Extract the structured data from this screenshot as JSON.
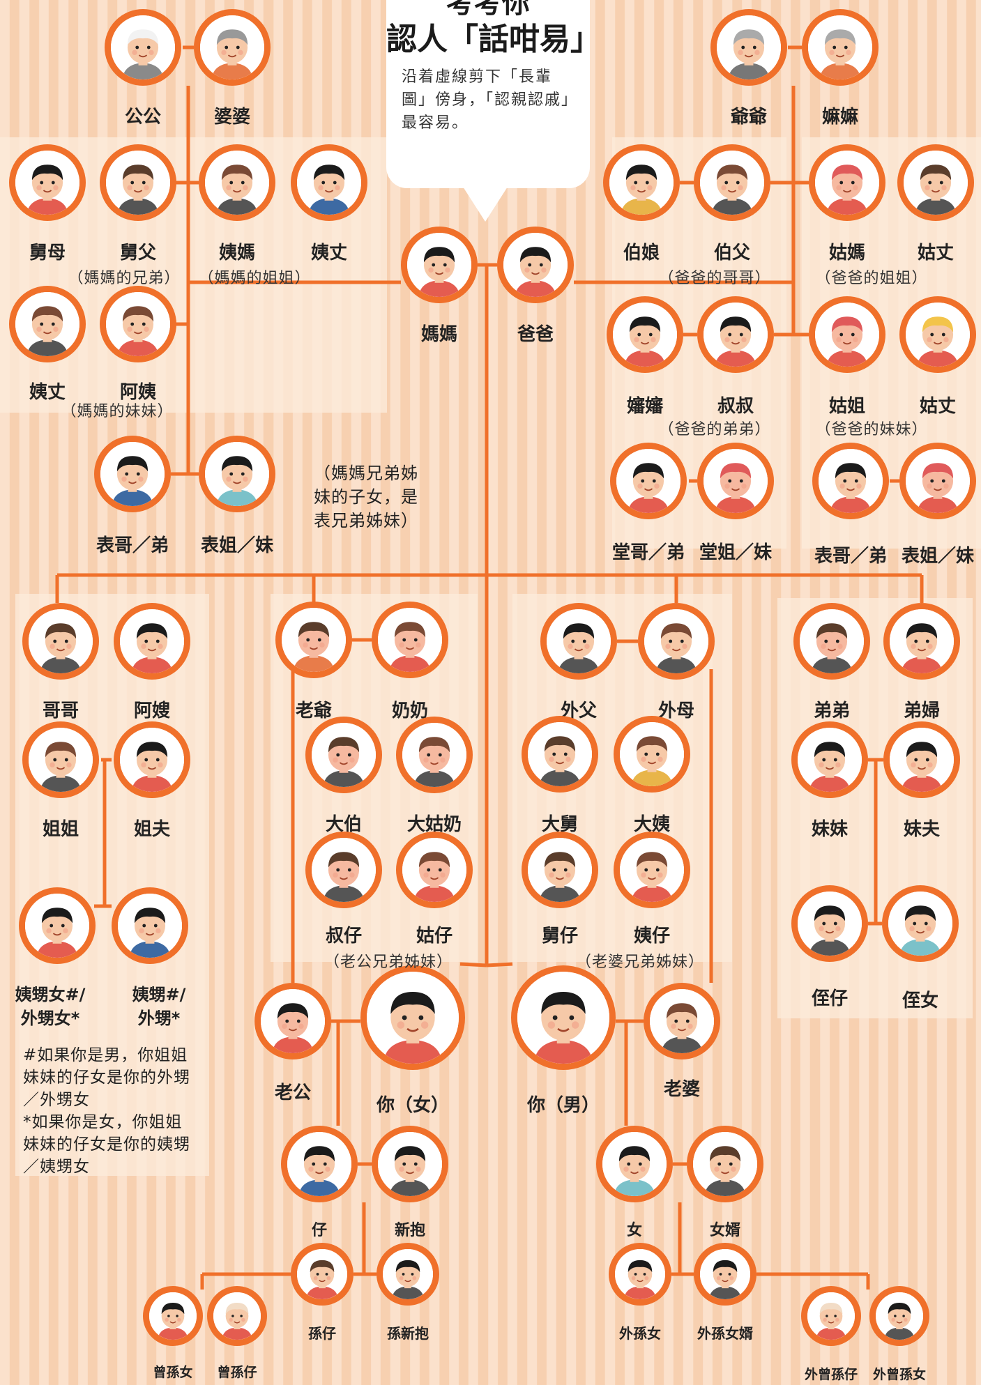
{
  "header": {
    "title_line1": "考考你",
    "title_line2": "認人「話咁易」",
    "subtitle": "沿着虛線剪下「長輩圖」傍身，「認親認戚」最容易。"
  },
  "colors": {
    "line": "#f0702a",
    "circle": "#f0702a",
    "bg_stripe_a": "#fbe1cc",
    "bg_stripe_b": "#f7d0b0"
  },
  "people": {
    "gonggong": "公公",
    "popo": "婆婆",
    "yeye": "爺爺",
    "mama2": "嫲嫲",
    "kaumou": "舅母",
    "kaufu": "舅父",
    "yimama": "姨媽",
    "yizeung1": "姨丈",
    "yizeung2": "姨丈",
    "ayi": "阿姨",
    "biugo": "表哥／弟",
    "biuje": "表姐／妹",
    "mother": "媽媽",
    "father": "爸爸",
    "baakneung": "伯娘",
    "baakfu": "伯父",
    "gumama": "姑媽",
    "guzeung1": "姑丈",
    "sansan": "嬸嬸",
    "sooksook": "叔叔",
    "guje": "姑姐",
    "guzeung2": "姑丈",
    "tonggo": "堂哥／弟",
    "tongje": "堂姐／妹",
    "biugo2": "表哥／弟",
    "biuje2": "表姐／妹",
    "gogo": "哥哥",
    "asou": "阿嫂",
    "jeje": "姐姐",
    "jefu": "姐夫",
    "yisaangneui": "姨甥女#/\n外甥女*",
    "yisaang": "姨甥#/\n外甥*",
    "loye": "老爺",
    "naainaai": "奶奶",
    "daibaak": "大伯",
    "daigunaai": "大姑奶",
    "sookjai": "叔仔",
    "gujai": "姑仔",
    "ngoifu": "外父",
    "ngoimou": "外母",
    "daikau": "大舅",
    "daiyi": "大姨",
    "kaujai": "舅仔",
    "yijai": "姨仔",
    "daidai": "弟弟",
    "daifu": "弟婦",
    "muimui": "妹妹",
    "muifu": "妹夫",
    "jatjai": "侄仔",
    "jatneui": "侄女",
    "husband": "老公",
    "you_f": "你（女）",
    "you_m": "你（男）",
    "wife": "老婆",
    "son": "仔",
    "daughter_in_law": "新抱",
    "daughter": "女",
    "son_in_law": "女婿",
    "grandson": "孫仔",
    "granddaughter_in_law": "孫新抱",
    "d_granddaughter": "外孫女",
    "d_grandson_in_law": "外孫女婿",
    "gg_daughter": "曾孫女",
    "gg_son": "曾孫仔",
    "o_gg_son": "外曾孫仔",
    "o_gg_daughter": "外曾孫女"
  },
  "notes": {
    "kaufu_note": "（媽媽的兄弟）",
    "yimama_note": "（媽媽的姐姐）",
    "ayi_note": "（媽媽的妹妹）",
    "baakfu_note": "（爸爸的哥哥）",
    "gumama_note": "（爸爸的姐姐）",
    "sooksook_note": "（爸爸的弟弟）",
    "guje_note": "（爸爸的妹妹）",
    "cousin_note": "（媽媽兄弟姊妹的子女，是表兄弟姊妹）",
    "husband_sib_note": "（老公兄弟姊妹）",
    "wife_sib_note": "（老婆兄弟姊妹）",
    "nephew_note": "#如果你是男，你姐姐妹妹的仔女是你的外甥／外甥女\n*如果你是女，你姐姐妹妹的仔女是你的姨甥／姨甥女"
  }
}
